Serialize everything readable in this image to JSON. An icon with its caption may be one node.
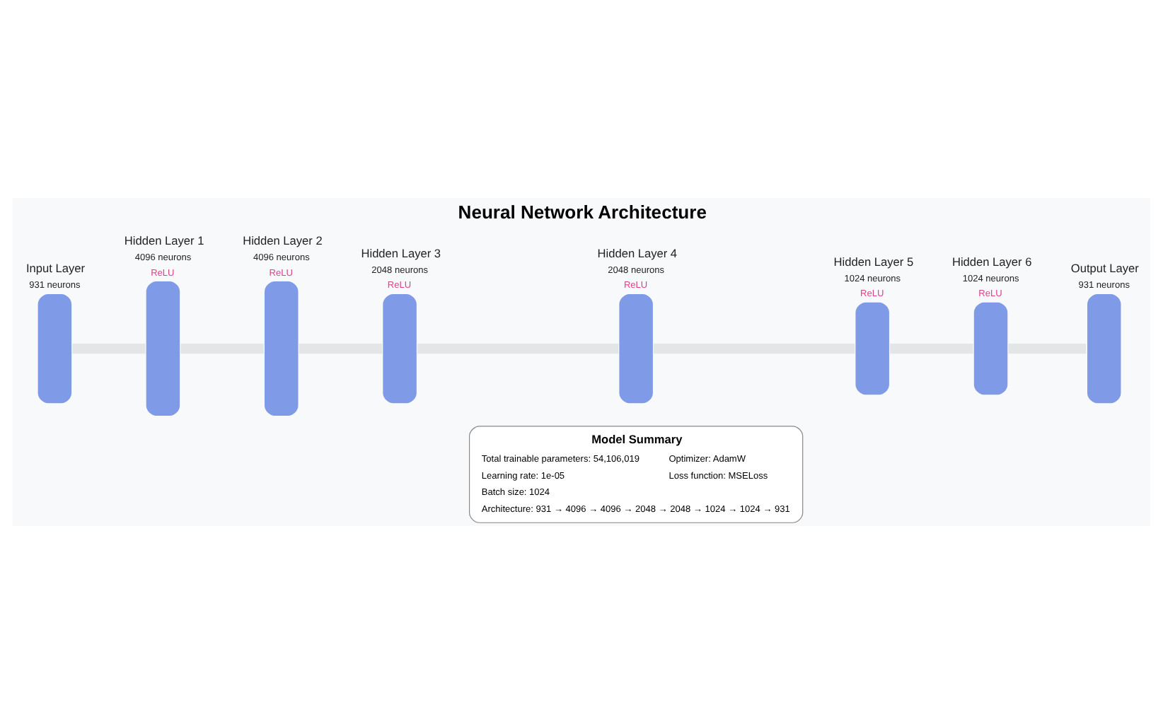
{
  "diagram": {
    "title": "Neural Network Architecture",
    "nodes": [
      {
        "text": [
          "Input Layer",
          "931 neurons"
        ]
      },
      {
        "text": [
          "Hidden Layer 1",
          "4096 neurons",
          "ReLU"
        ]
      },
      {
        "text": [
          "Hidden Layer 2",
          "4096 neurons",
          "ReLU"
        ]
      },
      {
        "text": [
          "Hidden Layer 3",
          "2048 neurons",
          "ReLU"
        ]
      },
      {
        "text": [
          "Hidden Layer 4",
          "2048 neurons",
          "ReLU"
        ]
      },
      {
        "text": [
          "Hidden Layer 5",
          "1024 neurons",
          "ReLU"
        ]
      },
      {
        "text": [
          "Hidden Layer 6",
          "1024 neurons",
          "ReLU"
        ]
      },
      {
        "text": [
          "Output Layer",
          "931 neurons"
        ]
      },
      {
        "text": [
          "Model Summary",
          "Total trainable parameters: 54,106,019",
          "Optimizer: AdamW",
          "Learning rate: 1e-05",
          "Loss function: MSELoss",
          "Batch size: 1024",
          "Architecture: 931 → 4096 → 4096 → 2048 → 2048 → 1024 → 1024 → 931"
        ]
      }
    ],
    "edges": [
      {
        "from": 0,
        "to": 1,
        "arrow": "none"
      },
      {
        "from": 1,
        "to": 2,
        "arrow": "none"
      },
      {
        "from": 2,
        "to": 3,
        "arrow": "none"
      },
      {
        "from": 3,
        "to": 4,
        "arrow": "none"
      },
      {
        "from": 4,
        "to": 5,
        "arrow": "none"
      },
      {
        "from": 5,
        "to": 6,
        "arrow": "none"
      },
      {
        "from": 6,
        "to": 7,
        "arrow": "none"
      }
    ]
  }
}
